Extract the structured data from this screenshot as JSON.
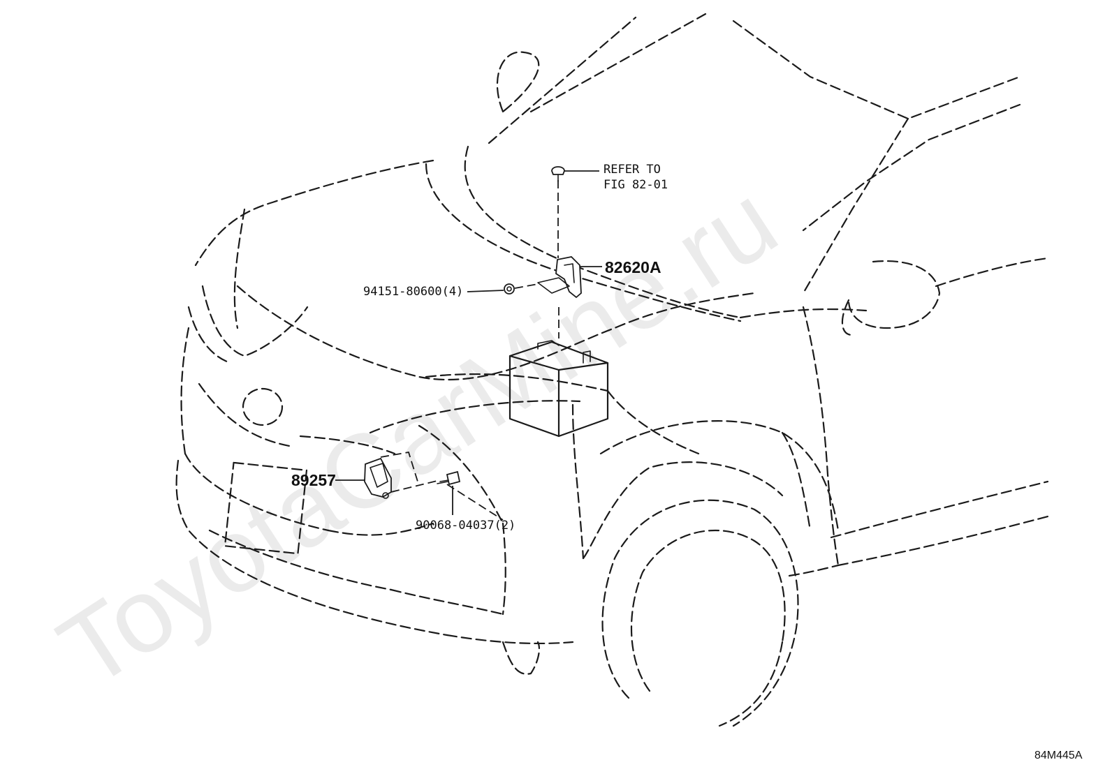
{
  "watermark": "ToyotaCarMine.ru",
  "callouts": {
    "refer_line1": "REFER TO",
    "refer_line2": "FIG 82-01",
    "part_82620A": "82620A",
    "part_94151": "94151-80600(4)",
    "part_89257": "89257",
    "part_90068": "90068-04037(2)"
  },
  "diagram_id": "84M445A"
}
